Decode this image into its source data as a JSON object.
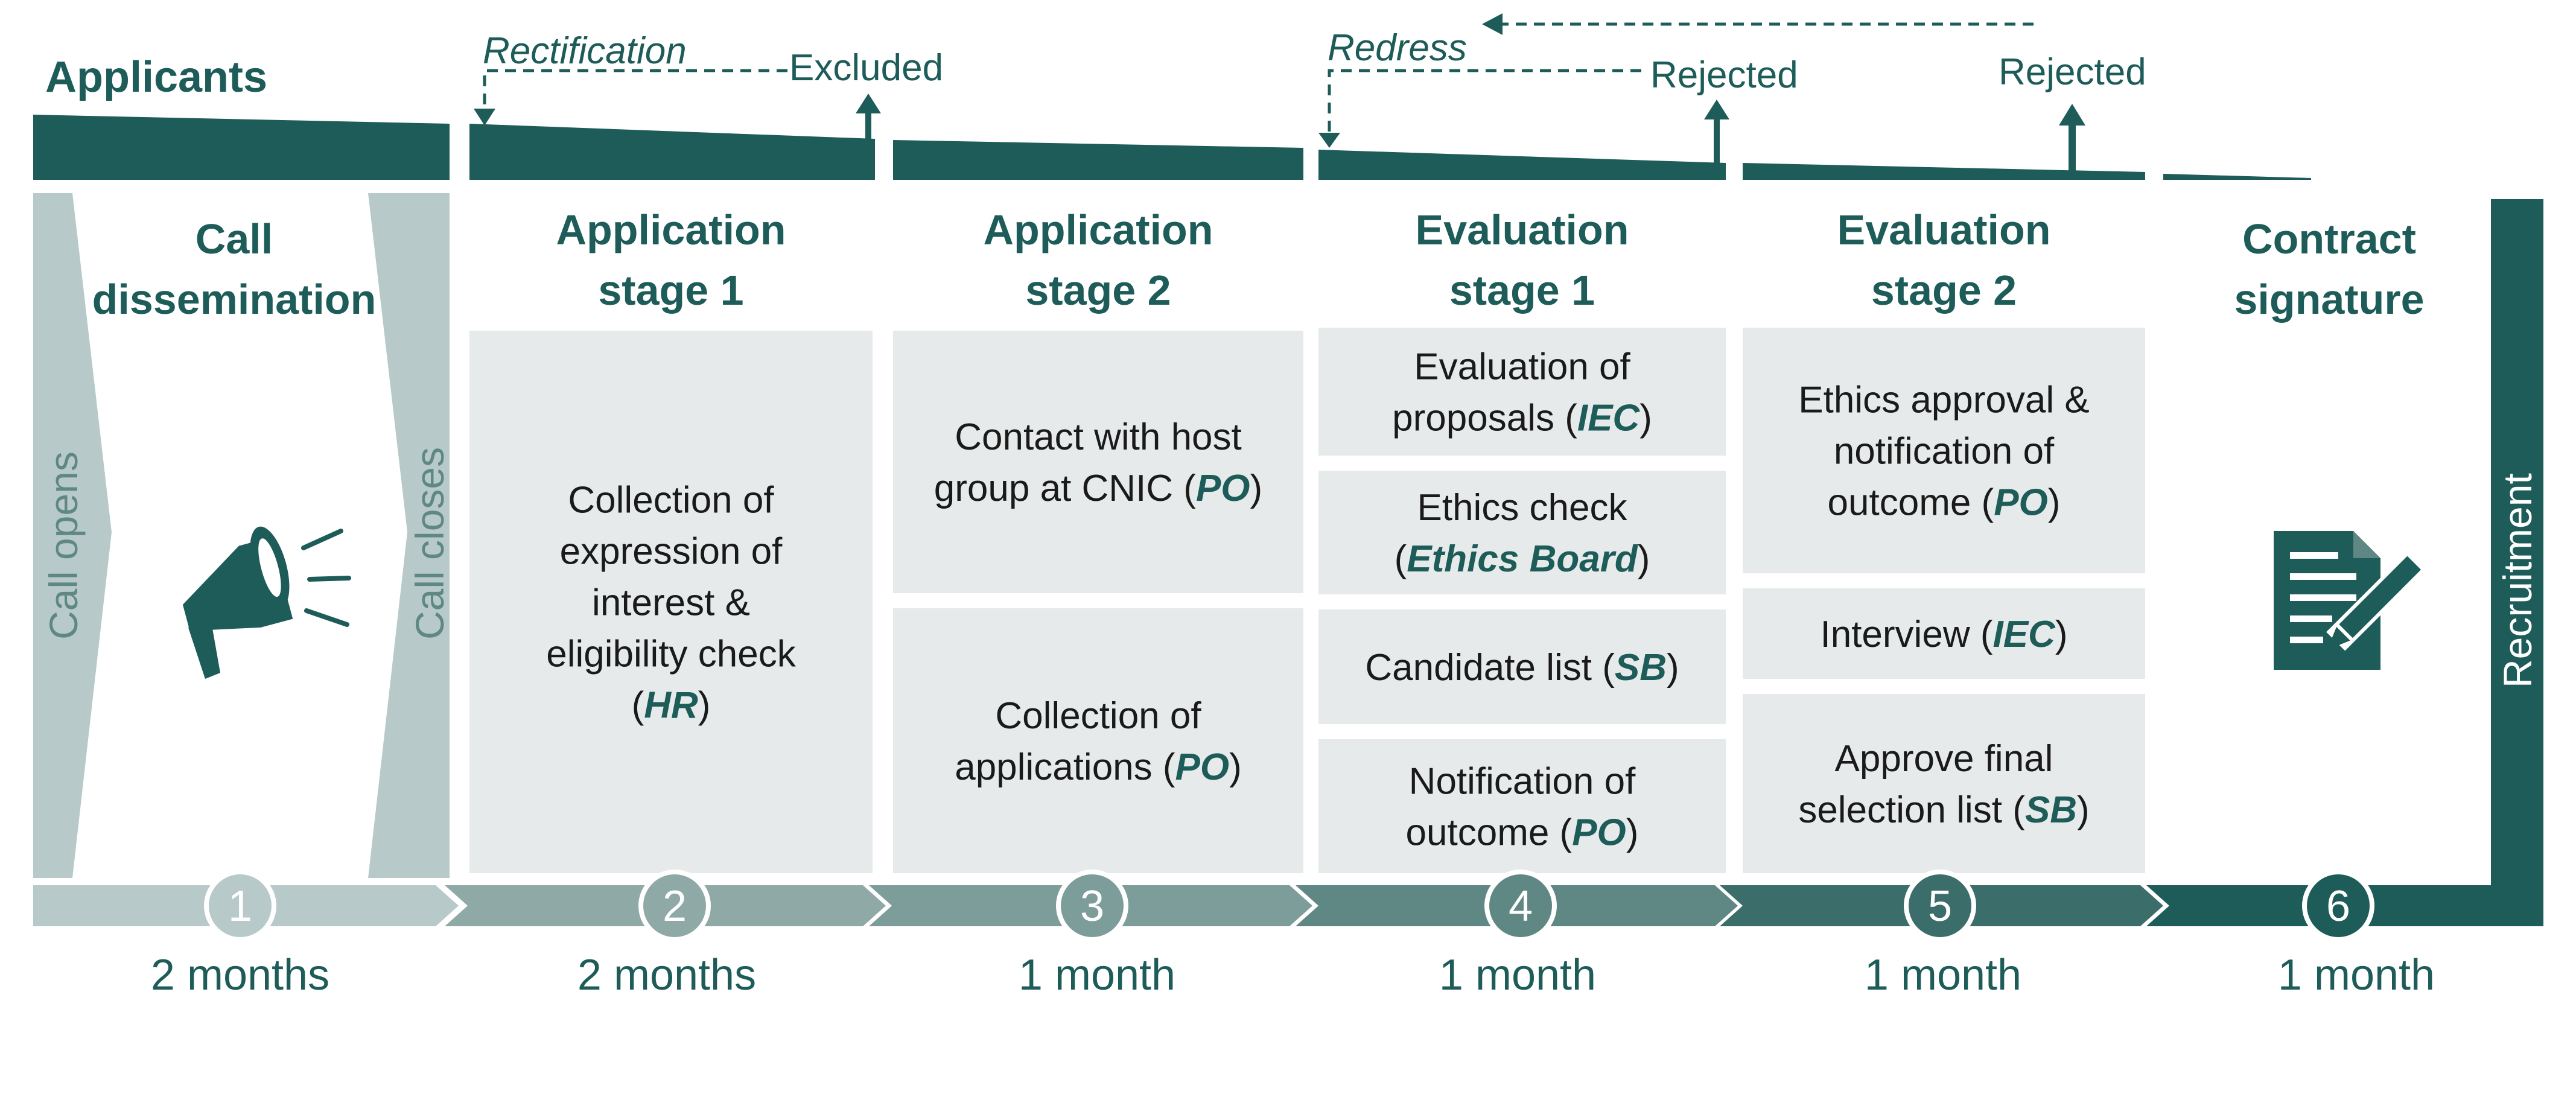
{
  "applicants_label": "Applicants",
  "feedback": {
    "rectification": "Rectification",
    "excluded": "Excluded",
    "redress": "Redress",
    "rejected_1": "Rejected",
    "rejected_2": "Rejected"
  },
  "call": {
    "title_line1": "Call",
    "title_line2": "dissemination",
    "opens": "Call opens",
    "closes": "Call closes",
    "icon": "megaphone-icon"
  },
  "stages": [
    {
      "number": "1",
      "duration": "2 months",
      "title_line1": "Call",
      "title_line2": "dissemination"
    },
    {
      "number": "2",
      "duration": "2 months",
      "title_line1": "Application",
      "title_line2": "stage 1",
      "boxes": [
        {
          "lines": [
            "Collection of",
            "expression of",
            "interest &",
            "eligibility check"
          ],
          "role": "HR"
        }
      ]
    },
    {
      "number": "3",
      "duration": "1 month",
      "title_line1": "Application",
      "title_line2": "stage 2",
      "boxes": [
        {
          "lines": [
            "Contact with host",
            "group at CNIC ("
          ],
          "role": "PO"
        },
        {
          "lines": [
            "Collection of",
            "applications ("
          ],
          "role": "PO"
        }
      ]
    },
    {
      "number": "4",
      "duration": "1 month",
      "title_line1": "Evaluation",
      "title_line2": "stage 1",
      "boxes": [
        {
          "lines": [
            "Evaluation of",
            "proposals ("
          ],
          "role": "IEC"
        },
        {
          "lines": [
            "Ethics check",
            "("
          ],
          "role": "Ethics Board"
        },
        {
          "lines": [
            "Candidate list ("
          ],
          "role": "SB"
        },
        {
          "lines": [
            "Notification of",
            "outcome ("
          ],
          "role": "PO"
        }
      ]
    },
    {
      "number": "5",
      "duration": "1 month",
      "title_line1": "Evaluation",
      "title_line2": "stage 2",
      "boxes": [
        {
          "lines": [
            "Ethics approval &",
            "notification of",
            "outcome ("
          ],
          "role": "PO"
        },
        {
          "lines": [
            "Interview ("
          ],
          "role": "IEC"
        },
        {
          "lines": [
            "Approve final",
            "selection list ("
          ],
          "role": "SB"
        }
      ]
    },
    {
      "number": "6",
      "duration": "1 month",
      "title_line1": "Contract",
      "title_line2": "signature",
      "icon": "contract-signing-icon"
    }
  ],
  "recruitment_label": "Recruitment",
  "colors": {
    "dark_teal": "#1d5c58",
    "panel_grey": "#e6eaea",
    "light_chevron": "#b7cac9",
    "arrow_2": "#8fa9a7",
    "arrow_3": "#7d9d9a",
    "arrow_4": "#5f8884",
    "arrow_5": "#3b6e6a",
    "arrow_6": "#1d5c58"
  }
}
